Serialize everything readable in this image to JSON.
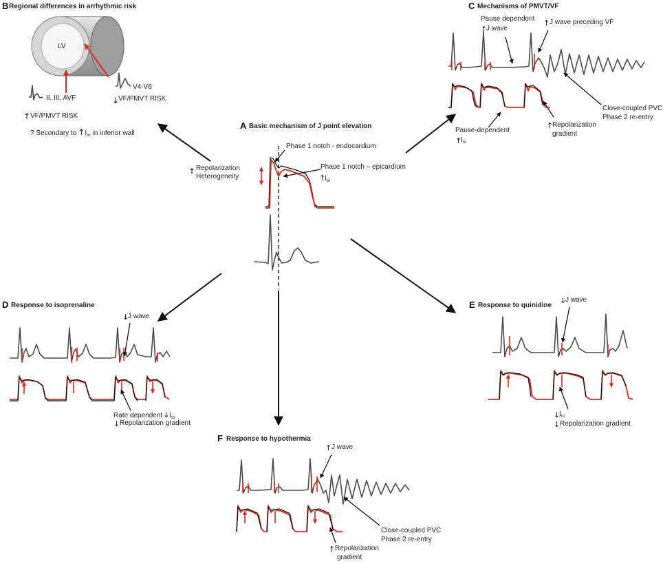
{
  "panel_a": {
    "letter": "A",
    "title": "Basic mechanism of J point elevation",
    "label_endo": "Phase 1 notch - endocardium",
    "label_epi": "Phase 1 notch – epicardium",
    "label_ito": "I",
    "label_ito_sub": "to"
  },
  "center_left": {
    "line1": "Repolarization",
    "line2": "Heterogeneity"
  },
  "panel_b": {
    "letter": "B",
    "title": "Regional differences in arrhythmic risk",
    "lv_label": "LV",
    "inferior_leads": "II, III, AVF",
    "lateral_leads": "V4-V6",
    "high_risk": "VF/PMVT RISK",
    "low_risk": "VF/PMVT RISK",
    "secondary_prefix": "? Secondary to",
    "secondary_ito": "I",
    "secondary_ito_sub": "to",
    "secondary_suffix": "in inferior wall"
  },
  "panel_c": {
    "letter": "C",
    "title": "Mechanisms of PMVT/VF",
    "pause_dependent_line1": "Pause dependent",
    "pause_dependent_line2": "J wave",
    "j_wave_vf": "J wave preceding VF",
    "pvc_line1": "Close-coupled PVC",
    "pvc_line2": "Phase 2 re-entry",
    "pause_dep_ap": "Pause-dependent",
    "ito": "I",
    "ito_sub": "to",
    "repol_line1": "Repolarization",
    "repol_line2": "gradient"
  },
  "panel_d": {
    "letter": "D",
    "title": "Response to isoprenaline",
    "j_wave": "J wave",
    "rate_dep": "Rate dependent",
    "ito": "I",
    "ito_sub": "to",
    "repol": "Repolarization gradient"
  },
  "panel_e": {
    "letter": "E",
    "title": "Response to quinidine",
    "j_wave": "J wave",
    "ito": "I",
    "ito_sub": "to",
    "repol": "Repolarization gradient"
  },
  "panel_f": {
    "letter": "F",
    "title": "Response to hypothermia",
    "j_wave": "J wave",
    "pvc_line1": "Close-coupled PVC",
    "pvc_line2": "Phase 2 re-entry",
    "repol_line1": "Repolarization",
    "repol_line2": "gradient"
  },
  "colors": {
    "epicardial_ap": "#e0251b",
    "endocardial_ap": "#111111",
    "ecg": "#4a4a4a"
  }
}
